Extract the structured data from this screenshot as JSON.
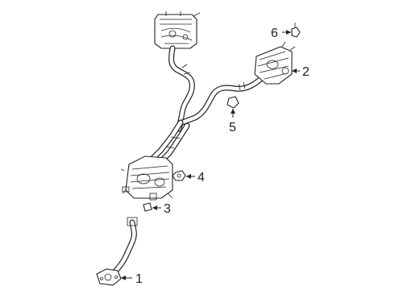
{
  "callouts": [
    {
      "id": "1",
      "part": "front-pipe-flange"
    },
    {
      "id": "2",
      "part": "right-rear-muffler"
    },
    {
      "id": "3",
      "part": "clamp"
    },
    {
      "id": "4",
      "part": "nut"
    },
    {
      "id": "5",
      "part": "hanger-insulator"
    },
    {
      "id": "6",
      "part": "bolt"
    }
  ],
  "colors": {
    "line": "#222222",
    "background": "#ffffff"
  }
}
